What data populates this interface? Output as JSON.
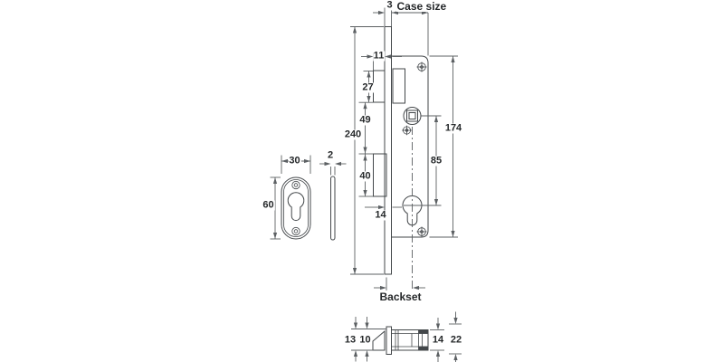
{
  "drawing_title": "mortise-lock-technical-drawing",
  "colors": {
    "background": "#ffffff",
    "object_line": "#43474a",
    "dimension_line": "#5c6063",
    "text": "#25282a"
  },
  "labels": {
    "front": {
      "plate_thickness": "3",
      "case_size": "Case size",
      "top_offset": "11",
      "latch_height": "27",
      "latch_to_bolt": "49",
      "faceplate_height": "240",
      "bolt_height": "40",
      "bolt_offset": "14",
      "case_height": "174",
      "spindle_to_cylinder": "85",
      "backset": "Backset"
    },
    "escutcheon": {
      "width": "30",
      "height": "60",
      "thickness": "2"
    },
    "section": {
      "latch_projection": "13",
      "latch_depth": "10",
      "case_thickness": "14",
      "overall_depth": "22"
    }
  }
}
